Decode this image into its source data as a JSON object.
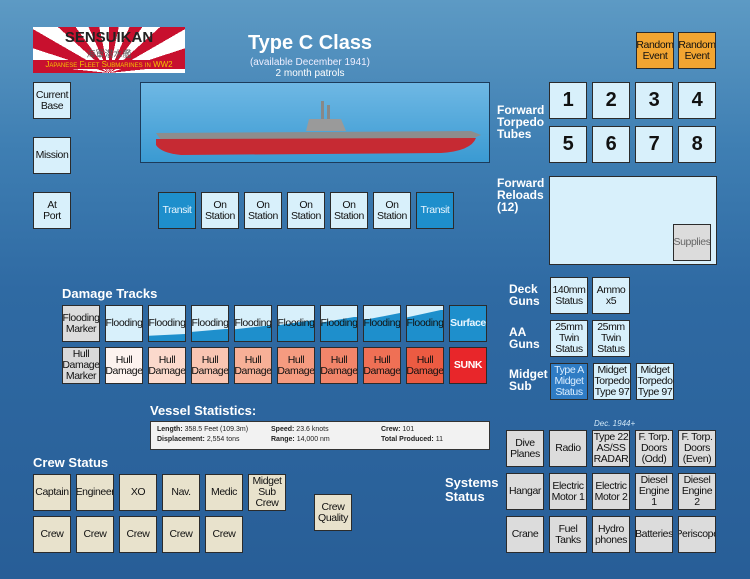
{
  "logo": {
    "title": "SENSUIKAN",
    "kanji": "海軍潜水艦",
    "subtitle": "Japanese Fleet Submarines in WW2"
  },
  "header": {
    "title": "Type C Class",
    "availability": "(available December 1941)",
    "patrol": "2 month patrols"
  },
  "random_events": [
    "Random\nEvent",
    "Random\nEvent"
  ],
  "left_boxes": [
    "Current\nBase",
    "Mission",
    "At\nPort"
  ],
  "patrol_track": [
    "Transit",
    "On\nStation",
    "On\nStation",
    "On\nStation",
    "On\nStation",
    "On\nStation",
    "Transit"
  ],
  "torpedo": {
    "label": "Forward\nTorpedo\nTubes",
    "tubes": [
      "1",
      "2",
      "3",
      "4",
      "5",
      "6",
      "7",
      "8"
    ]
  },
  "reloads": {
    "label": "Forward\nReloads\n(12)",
    "supplies": "Supplies"
  },
  "damage": {
    "title": "Damage Tracks",
    "flooding": [
      "Flooding\nMarker",
      "Flooding",
      "Flooding",
      "Flooding",
      "Flooding",
      "Flooding",
      "Flooding",
      "Flooding",
      "Flooding",
      "Surface"
    ],
    "flood_levels": [
      0,
      0,
      0.2,
      0.35,
      0.45,
      0.6,
      0.7,
      0.8,
      0.9,
      1
    ],
    "hull": [
      "Hull\nDamage\nMarker",
      "Hull\nDamage",
      "Hull\nDamage",
      "Hull\nDamage",
      "Hull\nDamage",
      "Hull\nDamage",
      "Hull\nDamage",
      "Hull\nDamage",
      "Hull\nDamage",
      "SUNK"
    ],
    "hull_colors": [
      "#d9d9d9",
      "#fdf3ef",
      "#fbd9cc",
      "#f9c5b2",
      "#f7b097",
      "#f59b80",
      "#f2856a",
      "#ef7055",
      "#ec5b42",
      "#e8262a"
    ]
  },
  "stats": {
    "title": "Vessel Statistics:",
    "items": [
      {
        "k": "Length:",
        "v": "358.5 Feet (109.3m)"
      },
      {
        "k": "Speed:",
        "v": "23.6 knots"
      },
      {
        "k": "Crew:",
        "v": "101"
      },
      {
        "k": "Displacement:",
        "v": "2,554 tons"
      },
      {
        "k": "Range:",
        "v": "14,000 nm"
      },
      {
        "k": "Total Produced:",
        "v": "11"
      }
    ]
  },
  "crew": {
    "title": "Crew Status",
    "row1": [
      "Captain",
      "Engineer",
      "XO",
      "Nav.",
      "Medic",
      "Midget\nSub\nCrew"
    ],
    "row2": [
      "Crew",
      "Crew",
      "Crew",
      "Crew",
      "Crew"
    ],
    "quality": "Crew\nQuality"
  },
  "weapons": {
    "deck_label": "Deck\nGuns",
    "deck": [
      "140mm\nStatus",
      "Ammo\nx5"
    ],
    "aa_label": "AA\nGuns",
    "aa": [
      "25mm\nTwin\nStatus",
      "25mm\nTwin\nStatus"
    ],
    "midget_label": "Midget\nSub",
    "midget": [
      "Type A\nMidget\nStatus",
      "Midget\nTorpedo\nType 97",
      "Midget\nTorpedo\nType 97"
    ]
  },
  "systems": {
    "label": "Systems\nStatus",
    "note": "Dec. 1944+",
    "rows": [
      [
        "Dive\nPlanes",
        "Radio",
        "Type 22\nAS/SS\nRADAR",
        "F. Torp.\nDoors\n(Odd)",
        "F. Torp.\nDoors\n(Even)"
      ],
      [
        "Hangar",
        "Electric\nMotor 1",
        "Electric\nMotor 2",
        "Diesel\nEngine 1",
        "Diesel\nEngine 2"
      ],
      [
        "Crane",
        "Fuel\nTanks",
        "Hydro\nphones",
        "Batteries",
        "Periscope"
      ]
    ]
  },
  "colors": {
    "random_event": "#f2a531",
    "transit": "#1e8fcc",
    "sunk": "#e8262a",
    "midget_status": "#2f7cc4"
  }
}
